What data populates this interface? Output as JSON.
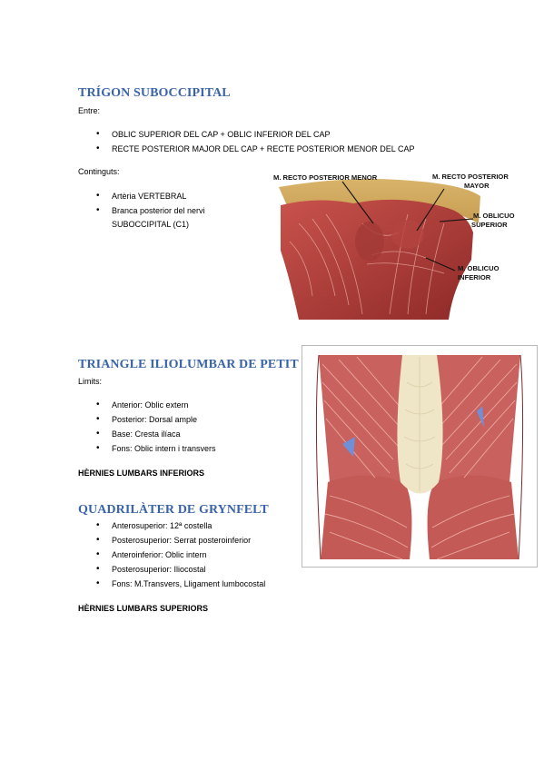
{
  "section1": {
    "title": "TRÍGON SUBOCCIPITAL",
    "entre_label": "Entre:",
    "entre_items": [
      "OBLIC SUPERIOR DEL CAP + OBLIC INFERIOR DEL CAP",
      "RECTE POSTERIOR MAJOR DEL CAP + RECTE POSTERIOR MENOR DEL CAP"
    ],
    "continguts_label": "Continguts:",
    "continguts_items": [
      "Artèria VERTEBRAL",
      "Branca posterior del nervi"
    ],
    "continguts_continuation": "SUBOCCIPITAL (C1)",
    "figure_labels": {
      "recto_menor": "M. RECTO POSTERIOR MENOR",
      "recto_mayor_1": "M. RECTO POSTERIOR",
      "recto_mayor_2": "MAYOR",
      "oblicuo_sup_1": "M. OBLICUO",
      "oblicuo_sup_2": "SUPERIOR",
      "oblicuo_inf_1": "M. OBLICUO",
      "oblicuo_inf_2": "INFERIOR"
    }
  },
  "section2": {
    "title": "TRIANGLE ILIOLUMBAR DE PETIT",
    "limits_label": "Limits:",
    "items": [
      "Anterior: Oblic extern",
      "Posterior: Dorsal ample",
      "Base: Cresta ilíaca",
      "Fons: Oblic intern i transvers"
    ],
    "hernia_label": "HÈRNIES LUMBARS INFERIORS"
  },
  "section3": {
    "title": "QUADRILÀTER DE GRYNFELT",
    "items": [
      "Anterosuperior: 12ª costella",
      "Posterosuperior: Serrat posteroinferior",
      "Anteroinferior: Oblic intern",
      "Posterosuperior: Iliocostal",
      "Fons: M.Transvers, Lligament lumbocostal"
    ],
    "hernia_label": "HÈRNIES LUMBARS SUPERIORS"
  }
}
